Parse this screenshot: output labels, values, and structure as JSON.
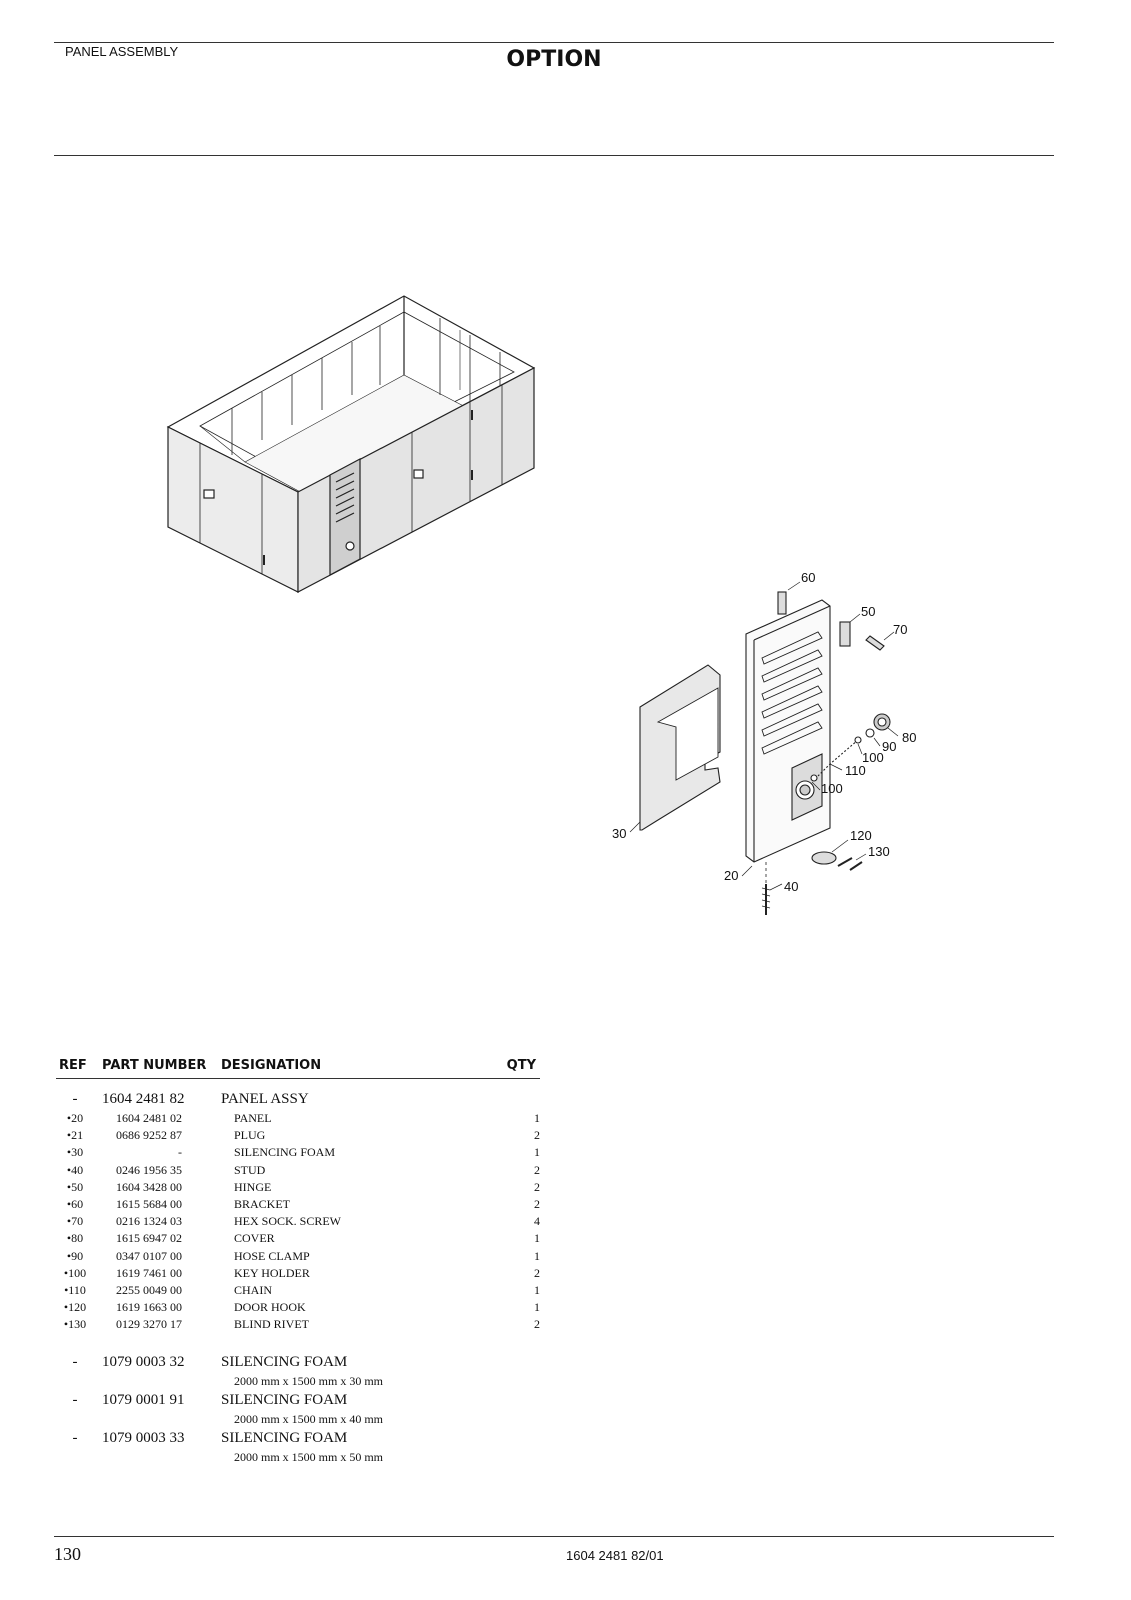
{
  "header": {
    "section": "PANEL ASSEMBLY",
    "title": "OPTION"
  },
  "callouts": [
    "60",
    "50",
    "70",
    "80",
    "90",
    "100",
    "110",
    "100",
    "30",
    "120",
    "130",
    "20",
    "40"
  ],
  "table": {
    "columns": [
      "REF",
      "PART NUMBER",
      "DESIGNATION",
      "QTY"
    ],
    "assembly": {
      "ref": "-",
      "part": "1604 2481 82",
      "designation": "PANEL ASSY"
    },
    "rows": [
      {
        "ref": "•20",
        "part": "1604 2481 02",
        "designation": "PANEL",
        "qty": "1"
      },
      {
        "ref": "•21",
        "part": "0686 9252 87",
        "designation": "PLUG",
        "qty": "2"
      },
      {
        "ref": "•30",
        "part": "-",
        "designation": "SILENCING FOAM",
        "qty": "1"
      },
      {
        "ref": "•40",
        "part": "0246 1956 35",
        "designation": "STUD",
        "qty": "2"
      },
      {
        "ref": "•50",
        "part": "1604 3428 00",
        "designation": "HINGE",
        "qty": "2"
      },
      {
        "ref": "•60",
        "part": "1615 5684 00",
        "designation": "BRACKET",
        "qty": "2"
      },
      {
        "ref": "•70",
        "part": "0216 1324 03",
        "designation": "HEX SOCK. SCREW",
        "qty": "4"
      },
      {
        "ref": "•80",
        "part": "1615 6947 02",
        "designation": "COVER",
        "qty": "1"
      },
      {
        "ref": "•90",
        "part": "0347 0107 00",
        "designation": "HOSE CLAMP",
        "qty": "1"
      },
      {
        "ref": "•100",
        "part": "1619 7461 00",
        "designation": "KEY HOLDER",
        "qty": "2"
      },
      {
        "ref": "•110",
        "part": "2255 0049 00",
        "designation": "CHAIN",
        "qty": "1"
      },
      {
        "ref": "•120",
        "part": "1619 1663 00",
        "designation": "DOOR HOOK",
        "qty": "1"
      },
      {
        "ref": "•130",
        "part": "0129 3270 17",
        "designation": "BLIND RIVET",
        "qty": "2"
      }
    ],
    "options": [
      {
        "ref": "-",
        "part": "1079 0003 32",
        "designation": "SILENCING FOAM",
        "note": "2000 mm x 1500 mm x 30 mm"
      },
      {
        "ref": "-",
        "part": "1079 0001 91",
        "designation": "SILENCING FOAM",
        "note": "2000 mm x 1500 mm x 40 mm"
      },
      {
        "ref": "-",
        "part": "1079 0003 33",
        "designation": "SILENCING FOAM",
        "note": "2000 mm x 1500 mm x 50 mm"
      }
    ]
  },
  "footer": {
    "page": "130",
    "code": "1604 2481 82/01"
  }
}
